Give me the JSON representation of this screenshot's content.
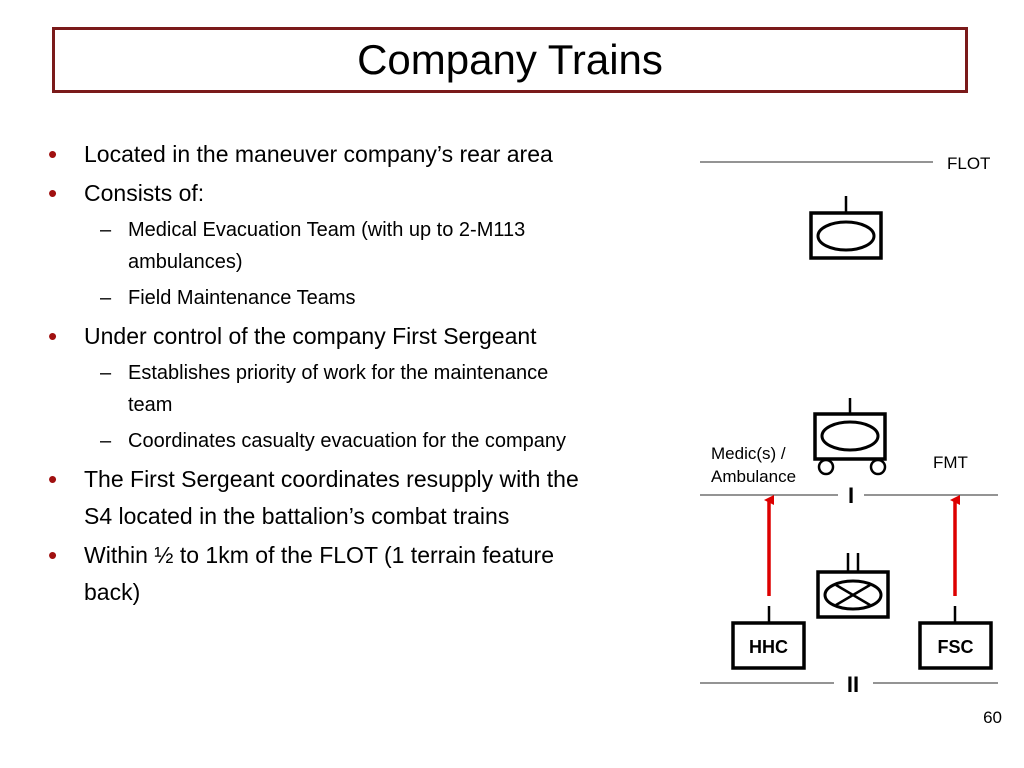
{
  "title": "Company Trains",
  "bullets": [
    {
      "text": "Located in the maneuver company’s rear area"
    },
    {
      "text": "Consists of:",
      "sub": [
        {
          "line1": "Medical Evacuation Team (with up to 2-M113",
          "line2": "ambulances)"
        },
        {
          "line1": "Field Maintenance Teams"
        }
      ]
    },
    {
      "text": "Under control of the company First Sergeant",
      "sub": [
        {
          "line1": "Establishes priority of work for the maintenance",
          "line2": "team"
        },
        {
          "line1": "Coordinates casualty evacuation for the company"
        }
      ]
    },
    {
      "line1": "The First Sergeant coordinates resupply with the",
      "line2": "S4 located in the battalion’s combat trains"
    },
    {
      "line1": "Within ½ to 1km of the FLOT (1 terrain feature",
      "line2": "back)"
    }
  ],
  "bullet_marker": "•",
  "sub_marker": "–",
  "diagram": {
    "flot_label": "FLOT",
    "medic_label_1": "Medic(s) /",
    "medic_label_2": "Ambulance",
    "fmt_label": "FMT",
    "company_boundary_mark": "I",
    "battalion_boundary_mark": "II",
    "hhc_label": "HHC",
    "fsc_label": "FSC",
    "arrow_color": "#dd0000"
  },
  "page_number": "60"
}
